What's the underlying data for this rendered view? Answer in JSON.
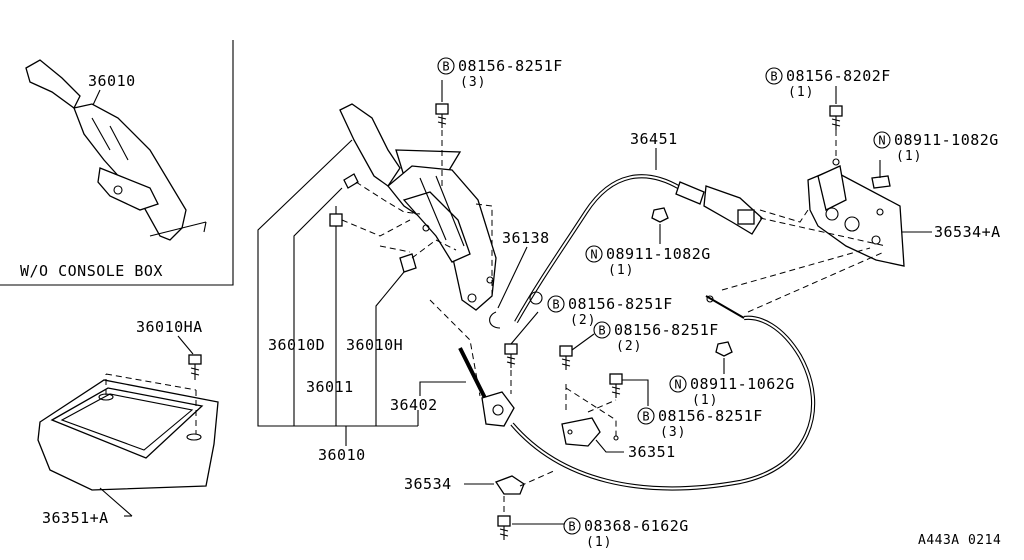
{
  "inset": {
    "caption": "W/O CONSOLE BOX",
    "part": "36010"
  },
  "parts": {
    "p36010HA": "36010HA",
    "p36351A": "36351+A",
    "p36010D": "36010D",
    "p36011": "36011",
    "p36010H": "36010H",
    "p36010": "36010",
    "p36402": "36402",
    "p36138": "36138",
    "p36451": "36451",
    "p36534A": "36534+A",
    "p36351": "36351",
    "p36534": "36534"
  },
  "fasteners": [
    {
      "mark": "B",
      "number": "08156-8251F",
      "qty": "(3)"
    },
    {
      "mark": "B",
      "number": "08156-8202F",
      "qty": "(1)"
    },
    {
      "mark": "N",
      "number": "08911-1082G",
      "qty": "(1)"
    },
    {
      "mark": "N",
      "number": "08911-1082G",
      "qty": "(1)"
    },
    {
      "mark": "B",
      "number": "08156-8251F",
      "qty": "(2)"
    },
    {
      "mark": "B",
      "number": "08156-8251F",
      "qty": "(2)"
    },
    {
      "mark": "N",
      "number": "08911-1062G",
      "qty": "(1)"
    },
    {
      "mark": "B",
      "number": "08156-8251F",
      "qty": "(3)"
    },
    {
      "mark": "B",
      "number": "08368-6162G",
      "qty": "(1)"
    }
  ],
  "diagram_code": "A443A 0214"
}
